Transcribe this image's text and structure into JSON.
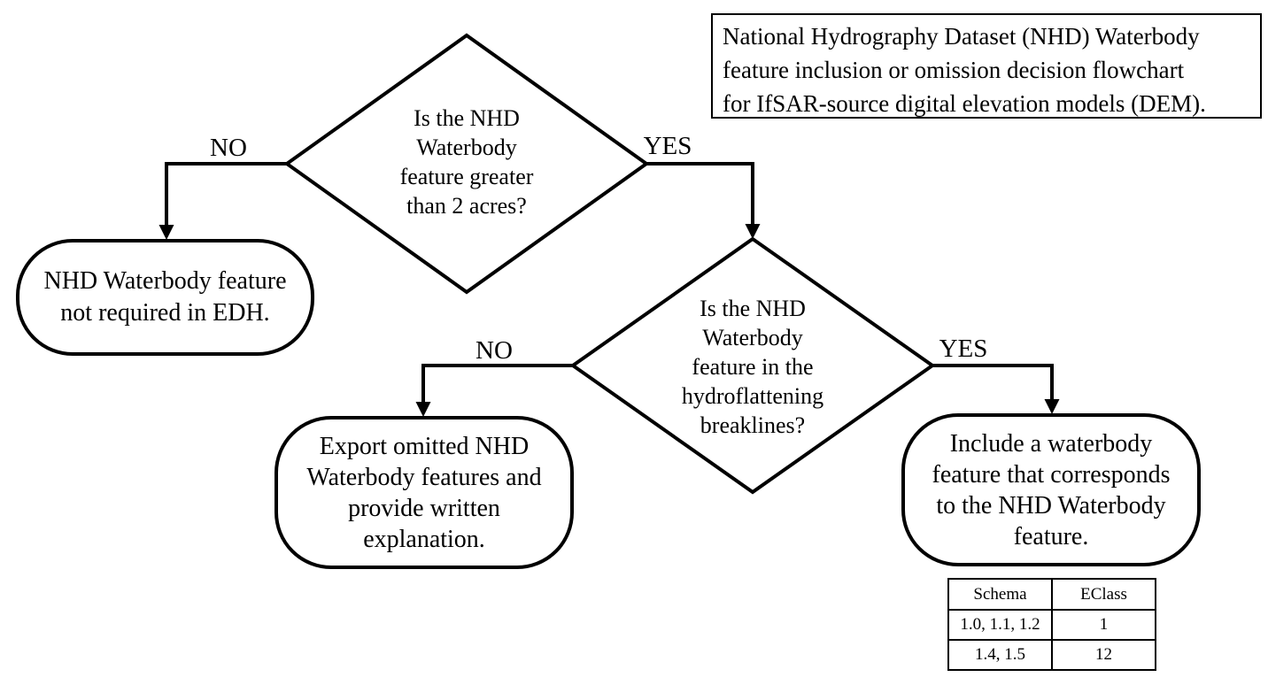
{
  "colors": {
    "ink": "#000000",
    "background": "#ffffff"
  },
  "title_box": {
    "text": "National Hydrography Dataset (NHD) Waterbody\nfeature inclusion or omission decision flowchart\nfor IfSAR-source digital elevation models (DEM)."
  },
  "flowchart": {
    "decision_acres": {
      "question": "Is the NHD\nWaterbody\nfeature greater\nthan 2 acres?",
      "no_label": "NO",
      "yes_label": "YES"
    },
    "decision_breaklines": {
      "question": "Is the NHD\nWaterbody\nfeature in the\nhydroflattening\nbreaklines?",
      "no_label": "NO",
      "yes_label": "YES"
    },
    "outcome_not_required": {
      "text": "NHD Waterbody feature\nnot required in EDH."
    },
    "outcome_export": {
      "text": "Export omitted NHD\nWaterbody features and\nprovide written\nexplanation."
    },
    "outcome_include": {
      "text": "Include a waterbody\nfeature that corresponds\nto the NHD Waterbody\nfeature."
    }
  },
  "eclass_table": {
    "headers": [
      "Schema",
      "EClass"
    ],
    "rows": [
      [
        "1.0, 1.1, 1.2",
        "1"
      ],
      [
        "1.4, 1.5",
        "12"
      ]
    ]
  }
}
